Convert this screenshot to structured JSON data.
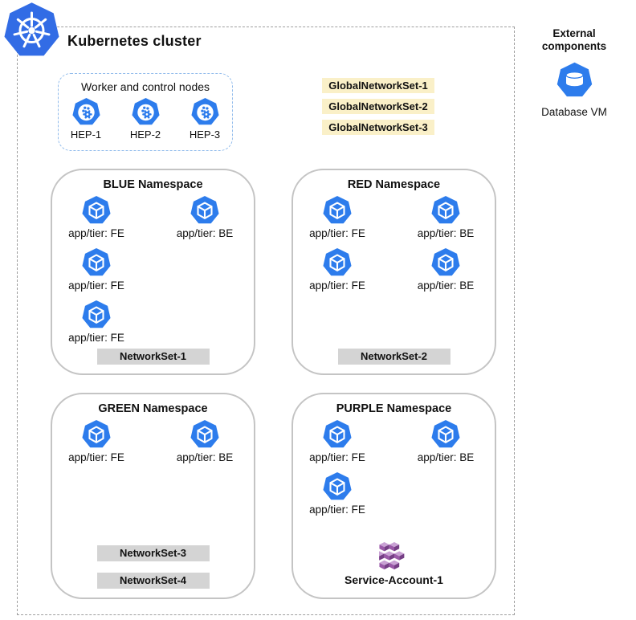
{
  "cluster": {
    "title": "Kubernetes cluster"
  },
  "worker_nodes": {
    "title": "Worker and control nodes",
    "nodes": [
      {
        "label": "HEP-1"
      },
      {
        "label": "HEP-2"
      },
      {
        "label": "HEP-3"
      }
    ]
  },
  "global_network_sets": [
    {
      "label": "GlobalNetworkSet-1"
    },
    {
      "label": "GlobalNetworkSet-2"
    },
    {
      "label": "GlobalNetworkSet-3"
    }
  ],
  "namespaces": [
    {
      "title": "BLUE Namespace",
      "pods": [
        {
          "label": "app/tier: FE"
        },
        {
          "label": "app/tier: BE"
        },
        {
          "label": "app/tier: FE"
        },
        {
          "label": "app/tier: FE"
        }
      ],
      "network_sets": [
        {
          "label": "NetworkSet-1"
        }
      ]
    },
    {
      "title": "RED Namespace",
      "pods": [
        {
          "label": "app/tier: FE"
        },
        {
          "label": "app/tier: BE"
        },
        {
          "label": "app/tier: FE"
        },
        {
          "label": "app/tier: BE"
        }
      ],
      "network_sets": [
        {
          "label": "NetworkSet-2"
        }
      ]
    },
    {
      "title": "GREEN Namespace",
      "pods": [
        {
          "label": "app/tier: FE"
        },
        {
          "label": "app/tier: BE"
        }
      ],
      "network_sets": [
        {
          "label": "NetworkSet-3"
        },
        {
          "label": "NetworkSet-4"
        }
      ]
    },
    {
      "title": "PURPLE Namespace",
      "pods": [
        {
          "label": "app/tier: FE"
        },
        {
          "label": "app/tier: BE"
        },
        {
          "label": "app/tier: FE"
        }
      ],
      "service_account": {
        "label": "Service-Account-1"
      }
    }
  ],
  "external": {
    "title": "External components",
    "items": [
      {
        "label": "Database VM"
      }
    ]
  },
  "icons": {
    "kubernetes_logo": "kubernetes-helm-heptagon",
    "node": "node-heptagon-gear",
    "pod": "pod-heptagon-cube",
    "database_vm": "heptagon-database-cylinder",
    "service_account": "purple-cube-cluster"
  },
  "colors": {
    "kubernetes_blue": "#326CE5",
    "pod_blue": "#2D7CEC",
    "global_network_set_bg": "#FAF0C8",
    "network_set_bg": "#D4D4D4",
    "service_account_purple": "#9A59A8",
    "namespace_border": "#C4C4C4",
    "worker_box_border": "#92BCEC",
    "cluster_border": "#9E9E9E"
  }
}
